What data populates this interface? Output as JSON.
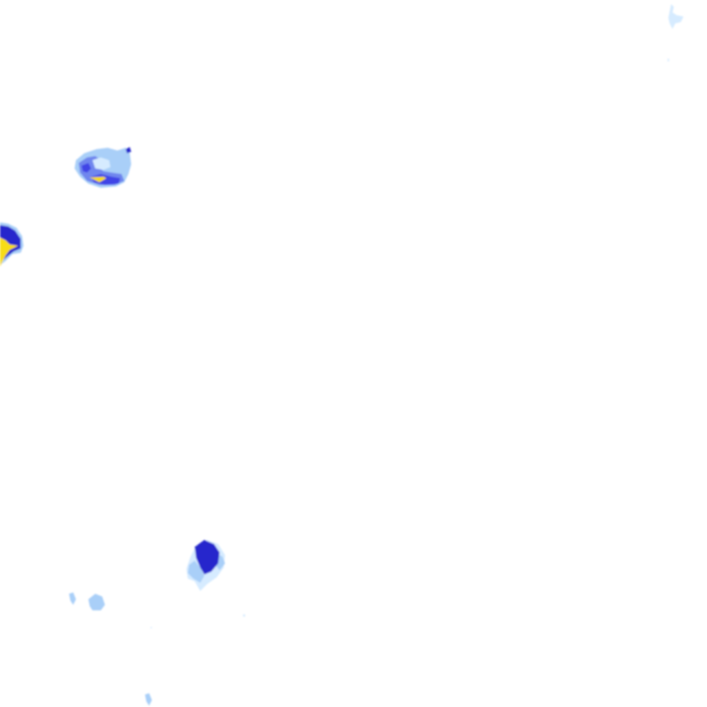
{
  "map": {
    "kind": "precipitation-radar-overlay",
    "background_color": "#ffffff",
    "palette": {
      "very_light": "#d6ebff",
      "light": "#a9cff8",
      "medium": "#6f86ee",
      "strong": "#3f45e6",
      "intense": "#2626cc",
      "extreme": "#f7dc16"
    },
    "echoes": [
      {
        "name": "echo-top-right-speck",
        "intensity": "very_light"
      },
      {
        "name": "echo-upper-left-cell",
        "intensity": "extreme"
      },
      {
        "name": "echo-left-edge-cell",
        "intensity": "extreme"
      },
      {
        "name": "echo-lower-center-cell",
        "intensity": "intense"
      },
      {
        "name": "echo-lower-left-specks",
        "intensity": "light"
      },
      {
        "name": "echo-bottom-speck",
        "intensity": "very_light"
      }
    ]
  }
}
